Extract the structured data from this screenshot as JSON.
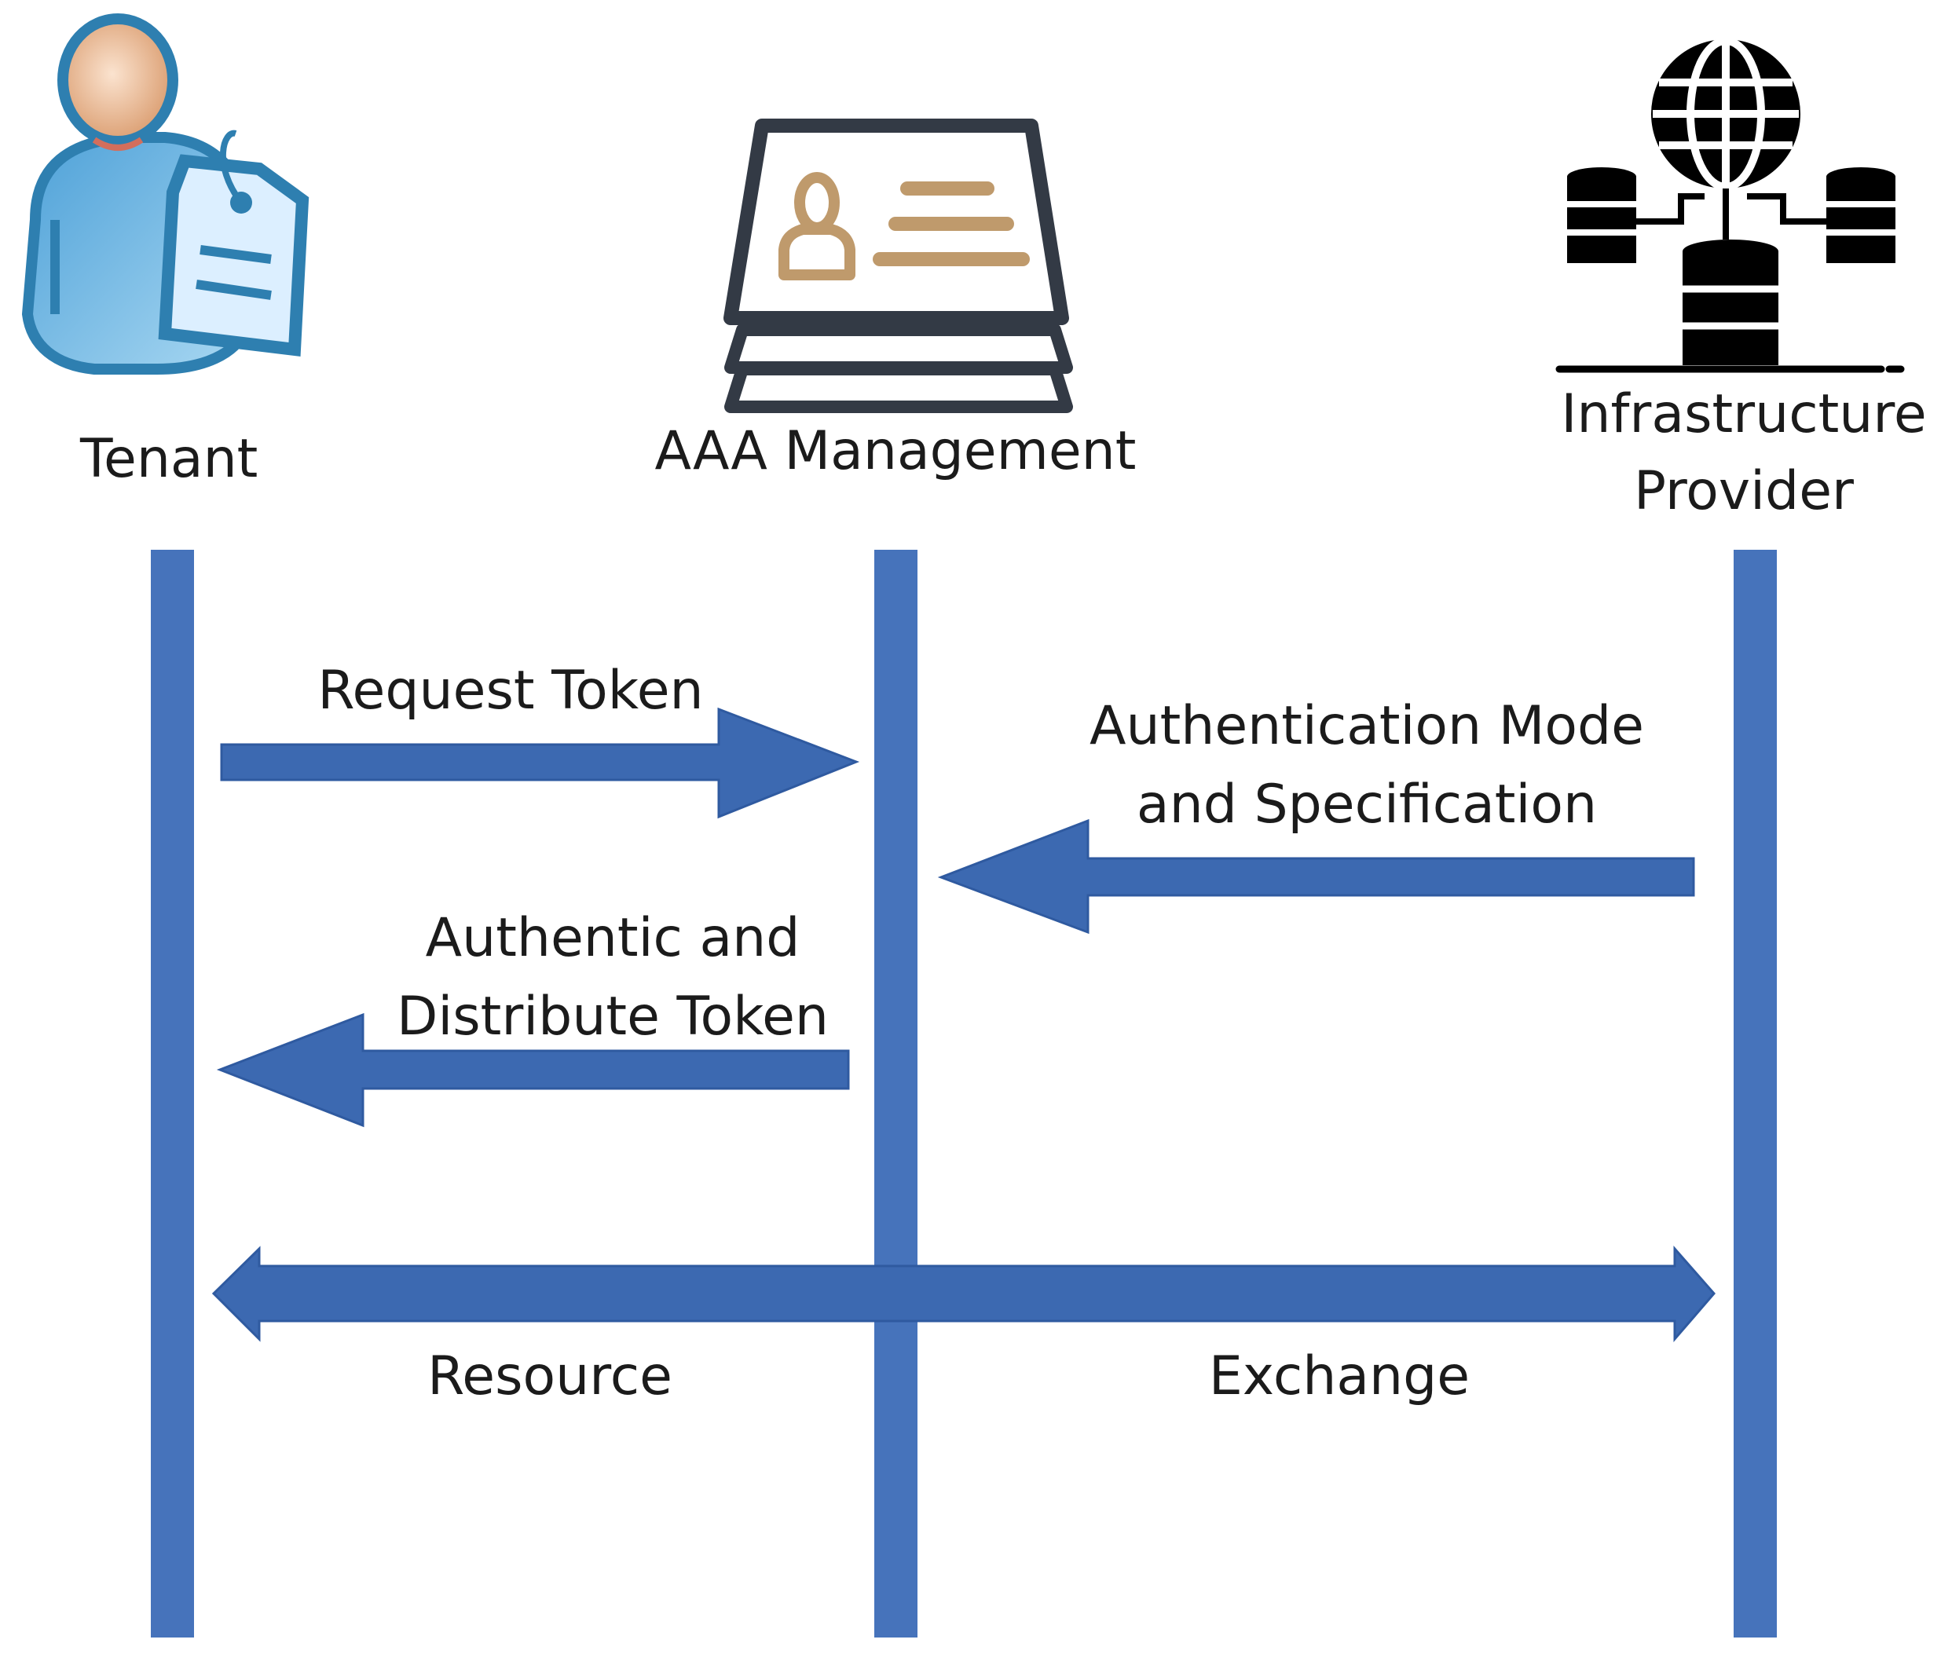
{
  "actors": {
    "tenant": {
      "label": "Tenant",
      "icon": "tenant-with-tag-icon"
    },
    "aaa": {
      "label": "AAA Management",
      "icon": "id-card-stack-icon"
    },
    "provider": {
      "label_line1": "Infrastructure",
      "label_line2": "Provider",
      "icon": "globe-database-network-icon"
    }
  },
  "messages": {
    "request_token": "Request Token",
    "auth_mode_line1": "Authentication Mode",
    "auth_mode_line2": "and Specification",
    "authentic_line1": "Authentic and",
    "authentic_line2": "Distribute Token",
    "resource": "Resource",
    "exchange": "Exchange"
  },
  "colors": {
    "lifeline": "#4673bb",
    "arrow": "#3c69b1",
    "tenant_body": "#5ba8dc",
    "tenant_outline": "#2e7fb0",
    "tenant_face": "#e0a67c",
    "card_outline": "#333a45",
    "card_accent": "#bf9a6c",
    "provider_icon": "#000000"
  }
}
